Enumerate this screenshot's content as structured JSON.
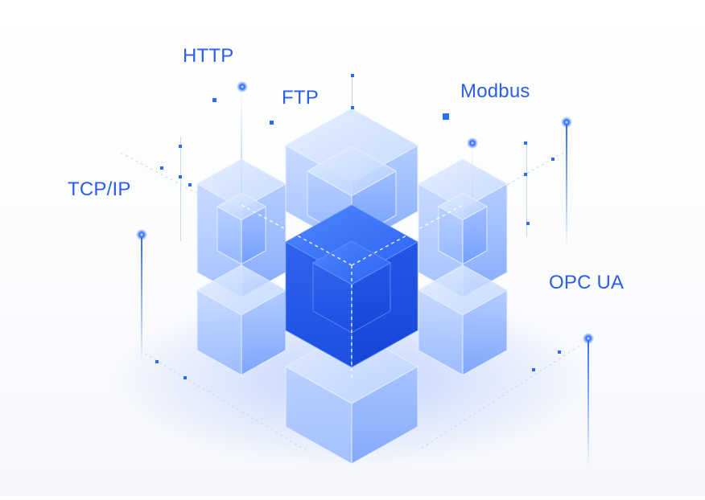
{
  "colors": {
    "label": "#2a5ee8",
    "cube_face_top": "#cfe0ff",
    "cube_face_left": "#a9c6ff",
    "cube_face_right": "#86aefc",
    "core_blue": "#1f5ff2",
    "accent": "#2b6cf6",
    "background": "#ffffff"
  },
  "labels": {
    "http": "HTTP",
    "ftp": "FTP",
    "modbus": "Modbus",
    "tcpip": "TCP/IP",
    "opcua": "OPC UA"
  },
  "icons": {
    "cube_cluster": "isometric-cube-cluster",
    "node": "signal-node-dot",
    "spark": "glowing-spark"
  }
}
